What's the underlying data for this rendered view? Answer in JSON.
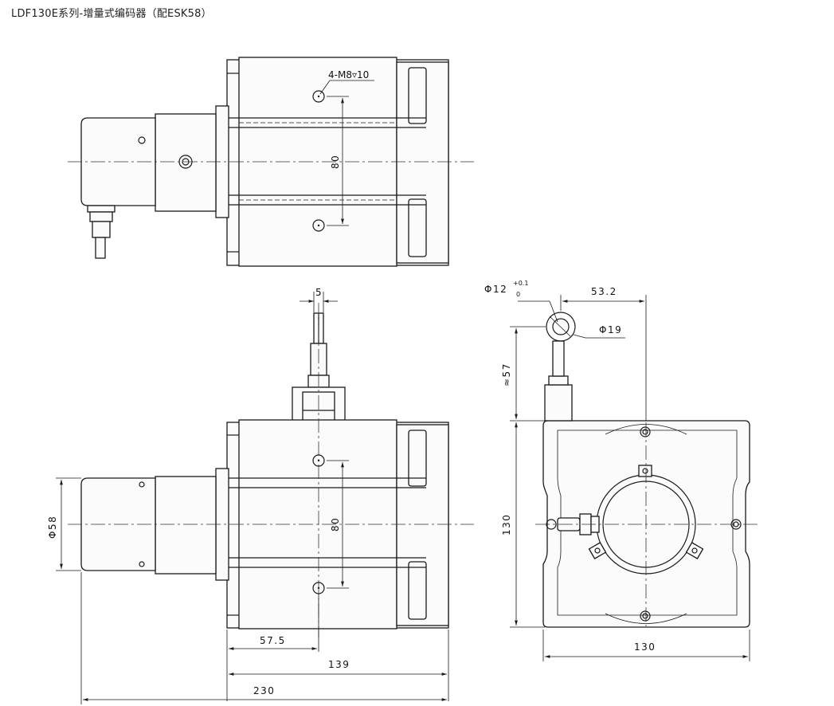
{
  "title": "LDF130E系列-增量式编码器（配ESK58）",
  "dimensions": {
    "thread": "4-M8",
    "thread_depth": "10",
    "hole_spacing_top": "80",
    "hole_spacing_front": "80",
    "cable_width": "5",
    "encoder_dia": "Φ58",
    "offset_57_5": "57.5",
    "width_139": "139",
    "length_230": "230",
    "eye_dia": "Φ12",
    "eye_tol_upper": "+0.1",
    "eye_tol_lower": "0",
    "eye_offset": "53.2",
    "eye_outer": "Φ19",
    "approx_57": "≈57",
    "side_height": "130",
    "side_width": "130"
  }
}
